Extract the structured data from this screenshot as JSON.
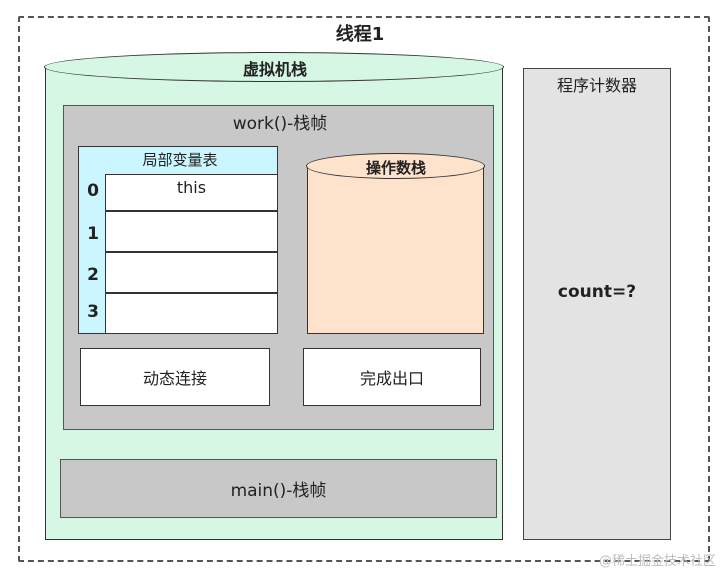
{
  "thread": {
    "title": "线程1"
  },
  "vm_stack": {
    "title": "虚拟机栈",
    "work_frame": {
      "title": "work()-栈帧",
      "local_variables": {
        "title": "局部变量表",
        "slots": [
          {
            "index": "0",
            "value": "this"
          },
          {
            "index": "1",
            "value": ""
          },
          {
            "index": "2",
            "value": ""
          },
          {
            "index": "3",
            "value": ""
          }
        ]
      },
      "operand_stack": {
        "title": "操作数栈"
      },
      "dynamic_linking": "动态连接",
      "return_address": "完成出口"
    },
    "main_frame": {
      "title": "main()-栈帧"
    }
  },
  "program_counter": {
    "title": "程序计数器",
    "value": "count=?"
  },
  "watermark": "@稀土掘金技术社区",
  "colors": {
    "vm_stack_fill": "#d7f7e5",
    "local_var_fill": "#ccf6ff",
    "operand_stack_fill": "#fde3cc",
    "frame_fill": "#c8c8c8",
    "pc_fill": "#e3e3e3"
  }
}
